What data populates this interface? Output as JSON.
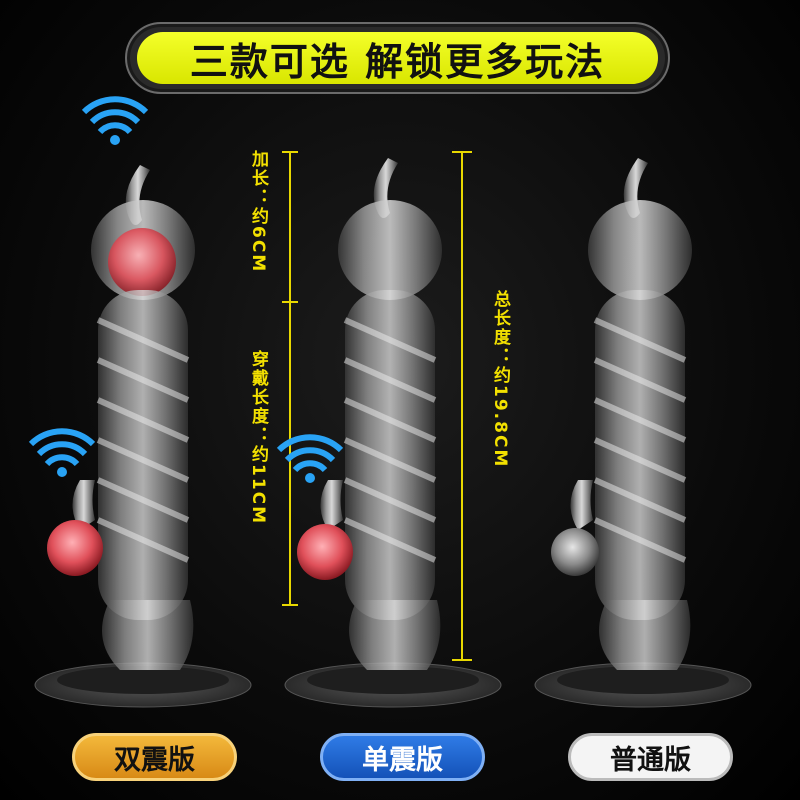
{
  "banner": {
    "title": "三款可选 解锁更多玩法"
  },
  "measurements": {
    "extension": "加长：约6CM",
    "wear_length": "穿戴长度：约11CM",
    "total_length": "总长度：约19.8CM"
  },
  "variants": [
    {
      "label": "双震版",
      "color": "#e6a12a"
    },
    {
      "label": "单震版",
      "color": "#2366d1"
    },
    {
      "label": "普通版",
      "color": "#f4f4f4"
    }
  ],
  "colors": {
    "banner_yellow": "#e8f500",
    "measure_yellow": "#f2e000",
    "signal_blue": "#29a3f5",
    "vibe_red": "#e0505a"
  },
  "icons": [
    "wifi-signal-icon",
    "vibration-bullet-icon"
  ]
}
